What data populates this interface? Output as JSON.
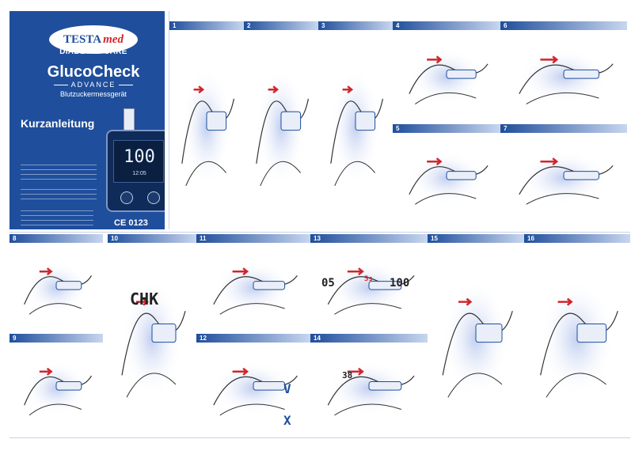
{
  "cover": {
    "brand": "TESTA",
    "brand_italic": "med",
    "line": "DIABETES CARE",
    "product": "GlucoCheck",
    "variant": "ADVANCE",
    "device": "Blutzuckermessgerät",
    "heading": "Kurzanleitung",
    "meter_value": "100",
    "meter_time": "12:05",
    "ce_mark": "CE 0123"
  },
  "panels": [
    "1",
    "2",
    "3",
    "4",
    "6",
    "5",
    "7",
    "8",
    "10",
    "11",
    "13",
    "15",
    "16",
    "9",
    "12",
    "14"
  ],
  "icons": {
    "check_mark": "V",
    "cross_mark": "X",
    "chk_display": "CHK",
    "timer_display": "5s",
    "display_05": "05",
    "display_100": "100",
    "display_38": "38"
  },
  "colors": {
    "brand_blue": "#1f4e9c",
    "accent_red": "#d1262b",
    "glow": "#b9c8ee"
  }
}
